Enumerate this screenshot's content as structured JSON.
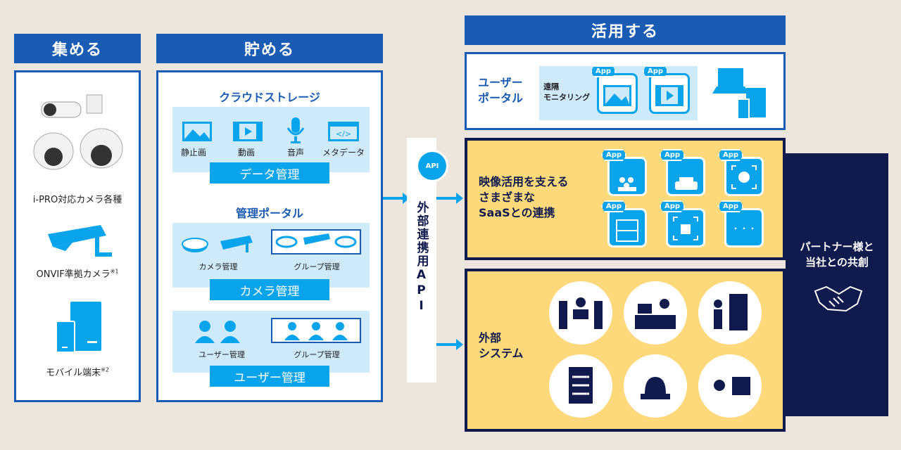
{
  "collect": {
    "header": "集める",
    "items": [
      {
        "label": "i-PRO対応カメラ各種"
      },
      {
        "label": "ONVIF準拠カメラ",
        "note": "※1"
      },
      {
        "label": "モバイル端末",
        "note": "※2"
      }
    ]
  },
  "store": {
    "header": "貯める",
    "cloud": {
      "title": "クラウドストレージ",
      "icons": [
        "静止画",
        "動画",
        "音声",
        "メタデータ"
      ],
      "badge": "データ管理"
    },
    "portal": {
      "title": "管理ポータル",
      "camera": {
        "left": "カメラ管理",
        "right": "グループ管理",
        "badge": "カメラ管理"
      },
      "user": {
        "left": "ユーザー管理",
        "right": "グループ管理",
        "badge": "ユーザー管理"
      }
    }
  },
  "api": {
    "icon_label": "API",
    "label": "外部連携用API"
  },
  "use": {
    "header": "活用する",
    "user_portal": {
      "title_l1": "ユーザー",
      "title_l2": "ポータル",
      "sub_l1": "遠隔",
      "sub_l2": "モニタリング",
      "app_tag": "App"
    },
    "saas": {
      "l1": "映像活用を支える",
      "l2": "さまざまな",
      "l3": "SaaSとの連携",
      "app_tag": "App",
      "more": "・・・"
    },
    "external": {
      "l1": "外部",
      "l2": "システム"
    }
  },
  "partner": {
    "l1": "パートナー様と",
    "l2": "当社との共創"
  },
  "colors": {
    "blue": "#1a5cb3",
    "light_blue": "#0aa4ec",
    "navy": "#101a4d",
    "yellow": "#fdd97b"
  }
}
